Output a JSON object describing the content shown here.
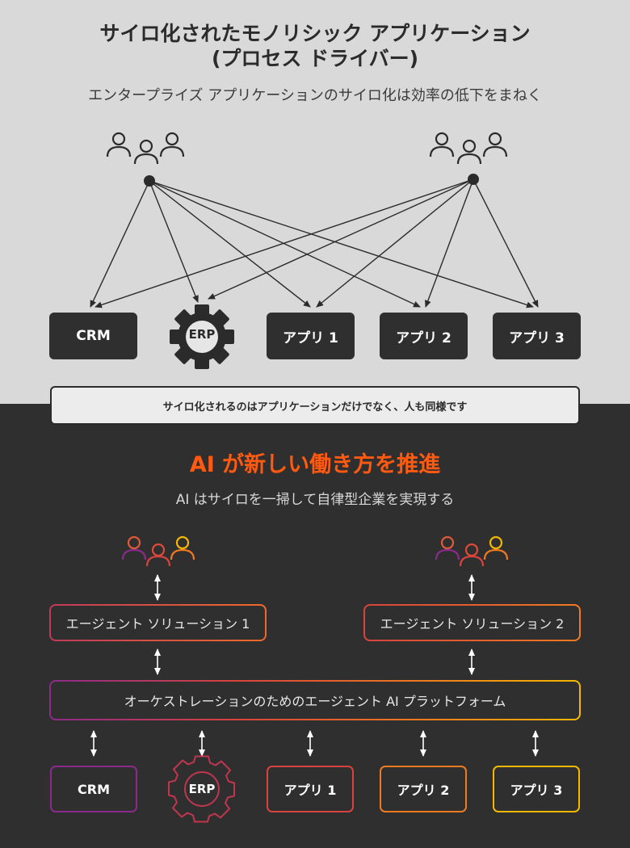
{
  "top": {
    "title_line1": "サイロ化されたモノリシック アプリケーション",
    "title_line2": "(プロセス ドライバー)",
    "subtitle": "エンタープライズ アプリケーションのサイロ化は効率の低下をまねく",
    "apps": [
      "CRM",
      "ERP",
      "アプリ 1",
      "アプリ 2",
      "アプリ 3"
    ],
    "note": "サイロ化されるのはアプリケーションだけでなく、人も同様です"
  },
  "bottom": {
    "title": "AI が新しい働き方を推進",
    "subtitle": "AI はサイロを一掃して自律型企業を実現する",
    "agent1": "エージェント ソリューション 1",
    "agent2": "エージェント ソリューション 2",
    "platform": "オーケストレーションのためのエージェント AI プラットフォーム",
    "apps": [
      "CRM",
      "ERP",
      "アプリ 1",
      "アプリ 2",
      "アプリ 3"
    ]
  },
  "colors": {
    "top_bg": "#d9d9d9",
    "bottom_bg": "#2f2f2f",
    "accent_orange": "#ff5a10",
    "gradient": [
      "#8b2a8a",
      "#d9433d",
      "#f07a20",
      "#f5b800"
    ]
  }
}
